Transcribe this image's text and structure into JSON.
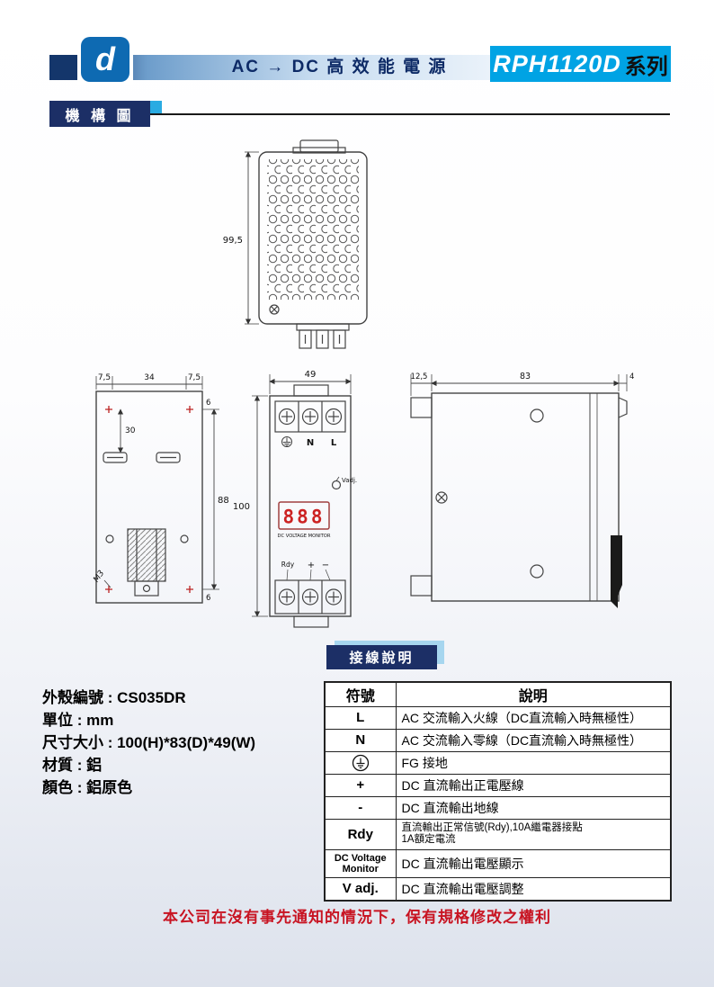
{
  "colors": {
    "brand_blue": "#00a3e4",
    "navy": "#1c2f66",
    "display_red": "#cc2222",
    "notice_red": "#c81422"
  },
  "header": {
    "logo_letter": "d",
    "title": "AC → DC 高 效 能 電 源",
    "series_name": "RPH1120D",
    "series_suffix": "系列"
  },
  "sections": {
    "mechanism": "機 構 圖",
    "wiring": "接線說明"
  },
  "drawings": {
    "top_view": {
      "height_dim": "99,5"
    },
    "rear_view": {
      "left_dim": "7,5",
      "center_dim": "34",
      "right_dim": "7,5",
      "hole_pitch_dim": "30",
      "height_dim": "88",
      "edge_top_dim": "6",
      "edge_bottom_dim": "6",
      "screw_label": "M3"
    },
    "front_view": {
      "width_dim": "49",
      "height_dim": "100",
      "terminal_n": "N",
      "terminal_l": "L",
      "vadj_label": "Vadj.",
      "display_value": "888",
      "monitor_label": "DC VOLTAGE MONITOR",
      "rdy_label": "Rdy",
      "plus_label": "+",
      "minus_label": "−"
    },
    "side_view": {
      "offset_dim": "12,5",
      "depth_dim": "83",
      "rail_dim": "4"
    }
  },
  "specs": {
    "lines": [
      "外殼編號 : CS035DR",
      "單位 : mm",
      "尺寸大小 : 100(H)*83(D)*49(W)",
      "材質 : 鋁",
      "顏色 : 鋁原色"
    ]
  },
  "wiring_table": {
    "headers": [
      "符號",
      "說明"
    ],
    "rows": [
      {
        "symbol": "L",
        "desc": "AC 交流輸入火線（DC直流輸入時無極性）"
      },
      {
        "symbol": "N",
        "desc": "AC 交流輸入零線（DC直流輸入時無極性）"
      },
      {
        "symbol_icon": "earth-ground-icon",
        "desc": "FG 接地"
      },
      {
        "symbol": "+",
        "desc": "DC 直流輸出正電壓線"
      },
      {
        "symbol": "-",
        "desc": "DC 直流輸出地線"
      },
      {
        "symbol": "Rdy",
        "desc": "直流輸出正常信號(Rdy),10A繼電器接點\n1A額定電流"
      },
      {
        "symbol": "DC Voltage\nMonitor",
        "desc": "DC 直流輸出電壓顯示"
      },
      {
        "symbol": "V adj.",
        "desc": "DC 直流輸出電壓調整"
      }
    ]
  },
  "footer": {
    "notice": "本公司在沒有事先通知的情況下，保有規格修改之權利"
  }
}
